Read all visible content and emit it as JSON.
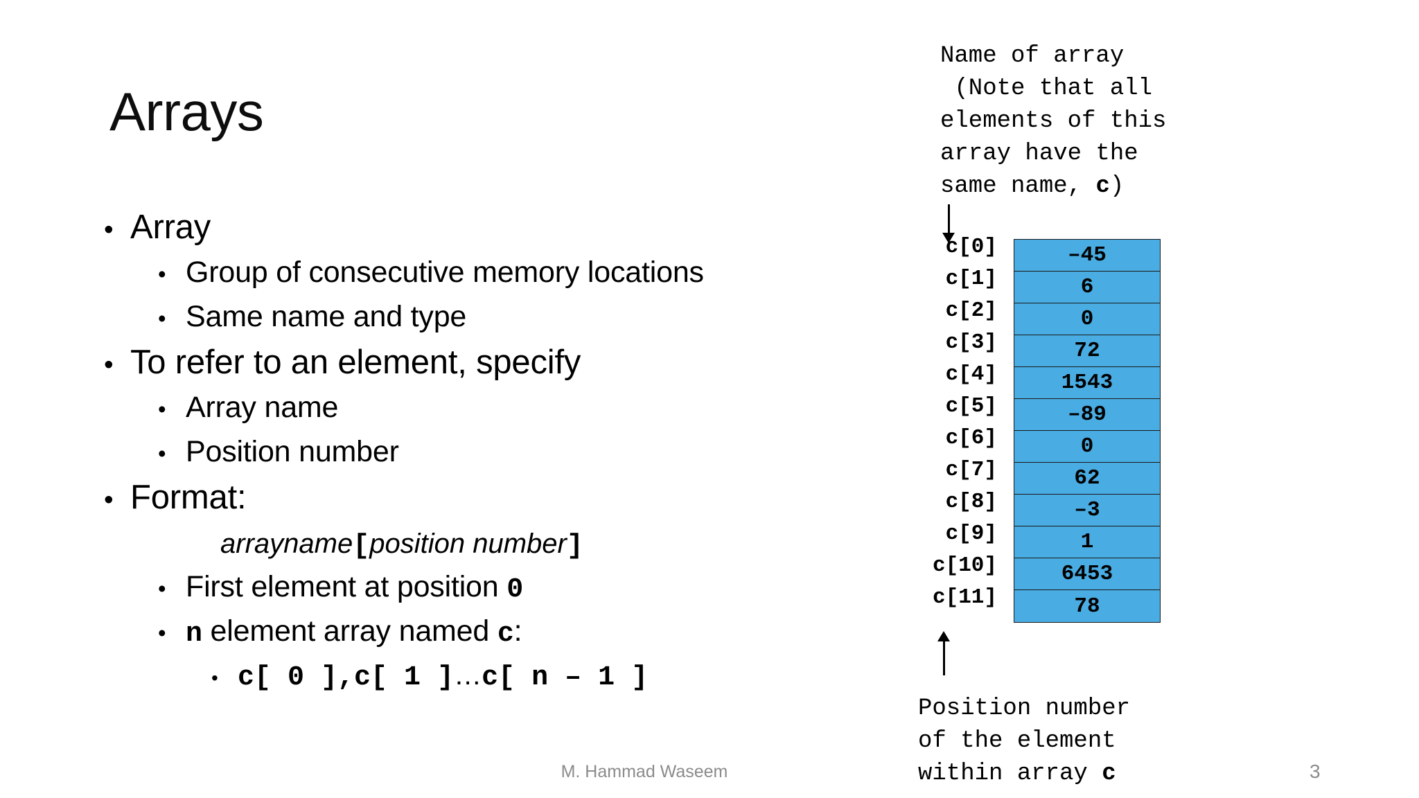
{
  "slide": {
    "title": "Arrays",
    "number": "3",
    "author": "M. Hammad Waseem"
  },
  "body": {
    "b1": "Array",
    "b1a": "Group of consecutive memory locations",
    "b1b": "Same name and type",
    "b2": "To refer to an element, specify",
    "b2a": "Array name",
    "b2b": "Position number",
    "b3": "Format:",
    "format_arrayname": "arrayname",
    "format_open_bracket": "[",
    "format_position": "position number",
    "format_close_bracket": "]",
    "b3a_prefix": "First element at position ",
    "b3a_code": "0",
    "b3b_code_n": "n",
    "b3b_mid": " element array named ",
    "b3b_code_c": "c",
    "b3b_suffix": ":",
    "b3b1_part1": "c[ 0 ],c[ 1 ]",
    "b3b1_ellipsis": "…",
    "b3b1_part2": "c[ n – 1 ]"
  },
  "diagram": {
    "caption_top_lines": [
      "Name of array",
      " (Note that all",
      "elements of this",
      "array have the",
      "same name, "
    ],
    "caption_top_code": "c",
    "caption_top_tail": ")",
    "caption_bottom_lines": [
      "Position number",
      "of the element",
      "within array "
    ],
    "caption_bottom_code": "c",
    "cell_color": "#49ACE2",
    "border_color": "#1a1a1a",
    "array": [
      {
        "index": "c[0]",
        "value": "–45"
      },
      {
        "index": "c[1]",
        "value": "6"
      },
      {
        "index": "c[2]",
        "value": "0"
      },
      {
        "index": "c[3]",
        "value": "72"
      },
      {
        "index": "c[4]",
        "value": "1543"
      },
      {
        "index": "c[5]",
        "value": "–89"
      },
      {
        "index": "c[6]",
        "value": "0"
      },
      {
        "index": "c[7]",
        "value": "62"
      },
      {
        "index": "c[8]",
        "value": "–3"
      },
      {
        "index": "c[9]",
        "value": "1"
      },
      {
        "index": "c[10]",
        "value": "6453"
      },
      {
        "index": "c[11]",
        "value": "78"
      }
    ]
  }
}
